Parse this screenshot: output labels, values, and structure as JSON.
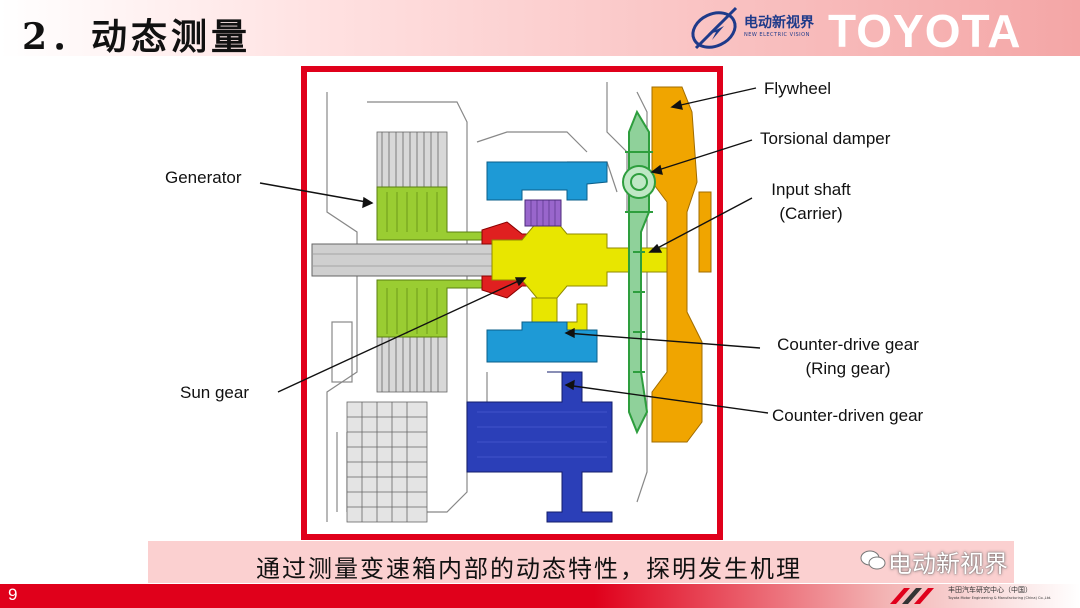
{
  "slide": {
    "title": "2．动态测量",
    "page_number": "9",
    "caption": "通过测量变速箱内部的动态特性，探明发生机理"
  },
  "branding": {
    "toyota_wordmark": "TOYOTA",
    "watermark_cn": "电动新视界",
    "logo_cn": "电动新视界",
    "logo_sub": "NEW ELECTRIC VISION",
    "footer_org": "丰田汽车研究中心（中国）",
    "footer_org_en": "Toyota Motor Engineering & Manufacturing (China) Co.,Ltd."
  },
  "figure": {
    "labels": {
      "flywheel": "Flywheel",
      "torsional_damper": "Torsional damper",
      "generator": "Generator",
      "input_shaft": "Input shaft",
      "input_shaft_sub": "(Carrier)",
      "counter_drive_gear": "Counter-drive gear",
      "counter_drive_gear_sub": "(Ring gear)",
      "sun_gear": "Sun gear",
      "counter_driven_gear": "Counter-driven gear"
    }
  },
  "colors": {
    "accent_red": "#e0001b",
    "generator_green": "#9acd32",
    "input_shaft_yellow": "#e8e600",
    "flywheel_orange": "#f0a500",
    "damper_green": "#2e9e3e",
    "ring_gear_blue": "#1e9ad6",
    "driven_gear_blue": "#2b3fb8",
    "sun_gear_red": "#e02020",
    "pinion_purple": "#9966cc"
  }
}
